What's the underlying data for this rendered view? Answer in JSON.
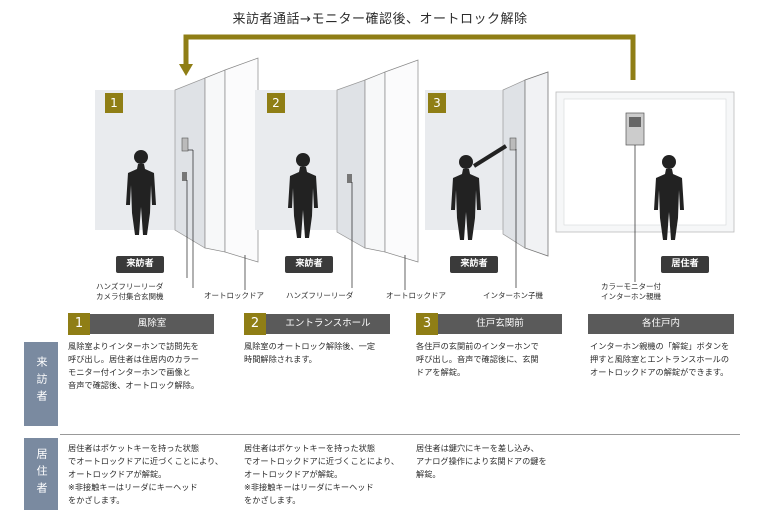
{
  "title": "来訪者通話→モニター確認後、オートロック解除",
  "scenes": [
    {
      "number": "1",
      "role": "来訪者",
      "device_label_1": "ハンズフリーリーダ",
      "device_label_2": "カメラ付集合玄関機",
      "door_label": "オートロックドア"
    },
    {
      "number": "2",
      "role": "来訪者",
      "device_label_1": "ハンズフリーリーダ",
      "door_label": "オートロックドア"
    },
    {
      "number": "3",
      "role": "来訪者",
      "device_label_1": "インターホン子機"
    },
    {
      "role": "居住者",
      "device_label_1": "カラーモニター付",
      "device_label_2": "インターホン親機"
    }
  ],
  "side_labels": {
    "visitor": "来訪者",
    "resident": "居住者"
  },
  "sections": [
    {
      "number": "1",
      "title": "風除室",
      "visitor_lines": [
        "風除室よりインターホンで訪問先を",
        "呼び出し。居住者は住居内のカラー",
        "モニター付インターホンで画像と",
        "音声で確認後、オートロック解除。"
      ],
      "resident_lines": [
        "居住者はポケットキーを持った状態",
        "でオートロックドアに近づくことにより、",
        "オートロックドアが解錠。",
        "※非接触キーはリーダにキーヘッド",
        "をかざします。"
      ]
    },
    {
      "number": "2",
      "title": "エントランスホール",
      "visitor_lines": [
        "風除室のオートロック解除後、一定",
        "時間解除されます。"
      ],
      "resident_lines": [
        "居住者はポケットキーを持った状態",
        "でオートロックドアに近づくことにより、",
        "オートロックドアが解錠。",
        "※非接触キーはリーダにキーヘッド",
        "をかざします。"
      ]
    },
    {
      "number": "3",
      "title": "住戸玄関前",
      "visitor_lines": [
        "各住戸の玄関前のインターホンで",
        "呼び出し。音声で確認後に、玄関",
        "ドアを解錠。"
      ],
      "resident_lines": [
        "居住者は鍵穴にキーを差し込み、",
        "アナログ操作により玄関ドアの鍵を",
        "解錠。"
      ]
    },
    {
      "title": "各住戸内",
      "visitor_lines": [
        "インターホン親機の「解錠」ボタンを",
        "押すと風除室とエントランスホールの",
        "オートロックドアの解錠ができます。"
      ]
    }
  ],
  "colors": {
    "accent": "#8f7e15",
    "arrow": "#8f7e15",
    "side": "#7a8aa0"
  }
}
